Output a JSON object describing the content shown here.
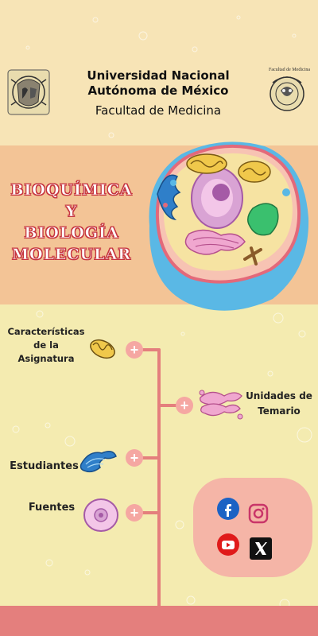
{
  "header": {
    "university": "Universidad Nacional Autónoma de México",
    "faculty": "Facultad de Medicina",
    "faculty_seal_label": "Facultad de Medicina"
  },
  "course": {
    "title_lines": [
      "BIOQUÍMICA",
      "Y",
      "BIOLOGÍA",
      "MOLECULAR"
    ]
  },
  "menu": {
    "caracteristicas_lines": [
      "Características",
      "de la",
      "Asignatura"
    ],
    "unidades_lines": [
      "Unidades de",
      "Temario"
    ],
    "estudiantes": "Estudiantes",
    "fuentes": "Fuentes",
    "plus_symbol": "+"
  },
  "social": {
    "items": [
      "facebook",
      "instagram",
      "youtube",
      "x"
    ]
  },
  "icons": {
    "plus": "plus-icon",
    "mitochondria": "mitochondria-icon",
    "golgi": "golgi-icon",
    "er": "endoplasmic-reticulum-icon",
    "cell": "cell-icon"
  },
  "colors": {
    "accent": "#e47f7d",
    "plus": "#f5a7a2",
    "title_outline": "#c6343f",
    "band": "#f3c496",
    "background": "#f4ebb0"
  }
}
